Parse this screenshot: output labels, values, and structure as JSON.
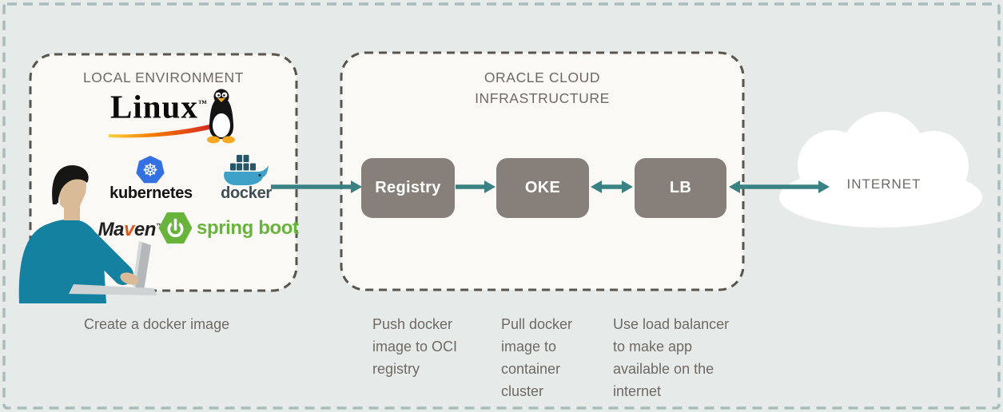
{
  "colors": {
    "canvas_bg": "#e6ebea",
    "outer_border": "#a9bcbc",
    "zone_bg": "#fbf9f6",
    "zone_border": "#5a544e",
    "node_bg": "#87807a",
    "node_text": "#ffffff",
    "arrow_teal": "#3a8184",
    "label_gray": "#6f6963",
    "spring_green": "#68b33c",
    "kubernetes_blue": "#3371e3",
    "docker_blue": "#3ea2c8",
    "docker_text": "#3d4e55",
    "shirt_teal": "#1581a0",
    "cloud_fill": "#ffffff"
  },
  "zones": {
    "local": {
      "title": "LOCAL ENVIRONMENT",
      "caption": "Create a docker image"
    },
    "oci": {
      "title_line1": "ORACLE CLOUD",
      "title_line2": "INFRASTRUCTURE"
    }
  },
  "logos": {
    "linux": {
      "label": "Linux",
      "trademark": "™",
      "icon": "tux-penguin"
    },
    "kubernetes": {
      "label": "kubernetes",
      "icon": "helm-wheel",
      "glyph": "☸"
    },
    "docker": {
      "label": "docker",
      "icon": "whale-with-containers"
    },
    "maven": {
      "label_ma": "Ma",
      "label_v": "v",
      "label_en": "en",
      "trademark": "™"
    },
    "spring_boot": {
      "label": "spring boot",
      "icon": "power-hexagon"
    }
  },
  "nodes": [
    {
      "label": "Registry",
      "caption": "Push docker\nimage to OCI\nregistry"
    },
    {
      "label": "OKE",
      "caption": "Pull docker\nimage to\ncontainer\ncluster"
    },
    {
      "label": "LB",
      "caption": "Use load balancer\nto make app\navailable on the\ninternet"
    }
  ],
  "internet": {
    "label": "INTERNET"
  },
  "flow": {
    "docker_to_registry": "single-arrow-right",
    "registry_to_oke": "single-arrow-right",
    "oke_to_lb": "double-arrow",
    "lb_to_internet": "double-arrow"
  }
}
